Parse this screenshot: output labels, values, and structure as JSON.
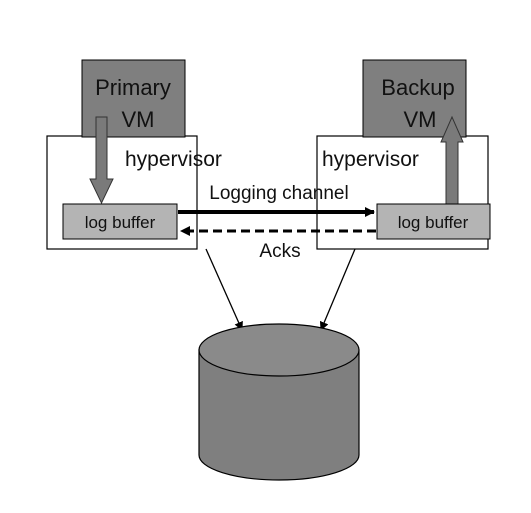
{
  "primary_vm": {
    "line1": "Primary",
    "line2": "VM"
  },
  "backup_vm": {
    "line1": "Backup",
    "line2": "VM"
  },
  "primary_hypervisor": {
    "label": "hypervisor",
    "buffer_label": "log buffer"
  },
  "backup_hypervisor": {
    "label": "hypervisor",
    "buffer_label": "log buffer"
  },
  "channels": {
    "logging": "Logging channel",
    "acks": "Acks"
  },
  "colors": {
    "vm_fill": "#7f7f7f",
    "buffer_fill": "#b4b4b4",
    "arrow_fill": "#7a7a7a",
    "disk_fill": "#7f7f7f",
    "stroke": "#000000"
  }
}
